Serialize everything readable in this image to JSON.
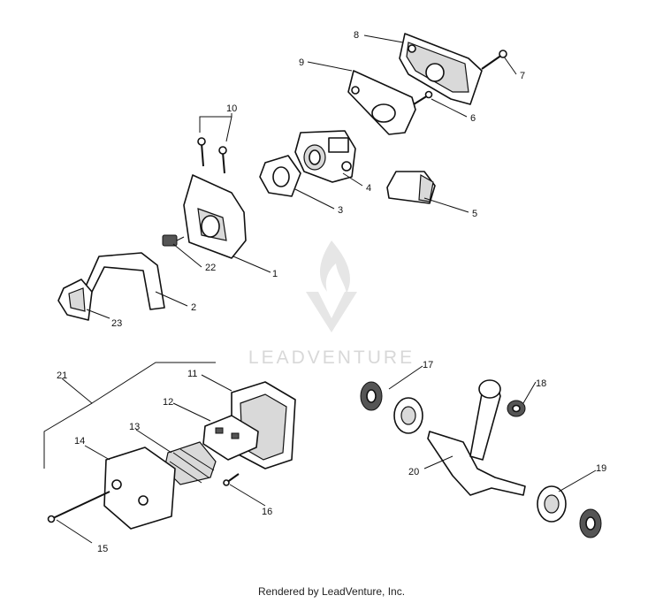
{
  "diagram": {
    "watermark": "LEADVENTURE",
    "footer": "Rendered by LeadVenture, Inc.",
    "callouts": [
      "1",
      "2",
      "3",
      "4",
      "5",
      "6",
      "7",
      "8",
      "9",
      "10",
      "11",
      "12",
      "13",
      "14",
      "15",
      "16",
      "17",
      "18",
      "19",
      "20",
      "21",
      "22",
      "23"
    ]
  }
}
